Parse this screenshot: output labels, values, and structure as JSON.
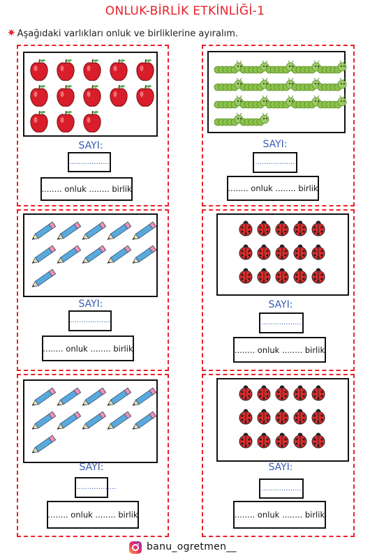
{
  "title": "ONLUK-BİRLİK ETKİNLİĞİ-1",
  "instruction": "Aşağıdaki varlıkları onluk ve birliklerine ayıralım.",
  "sayi_label": "SAYI:",
  "answer_blank": "..................",
  "onluk_birlik_text": "........ onluk ........ birlik",
  "footer_handle": "banu_ogretmen__",
  "colors": {
    "accent": "#e8202a",
    "label": "#3b5bb5"
  },
  "cards": [
    {
      "item": "apple",
      "count": 13
    },
    {
      "item": "caterpillar",
      "count": 17
    },
    {
      "item": "pencil",
      "count": 11
    },
    {
      "item": "ladybug",
      "count": 15
    },
    {
      "item": "pencil",
      "count": 11
    },
    {
      "item": "ladybug",
      "count": 15
    }
  ]
}
